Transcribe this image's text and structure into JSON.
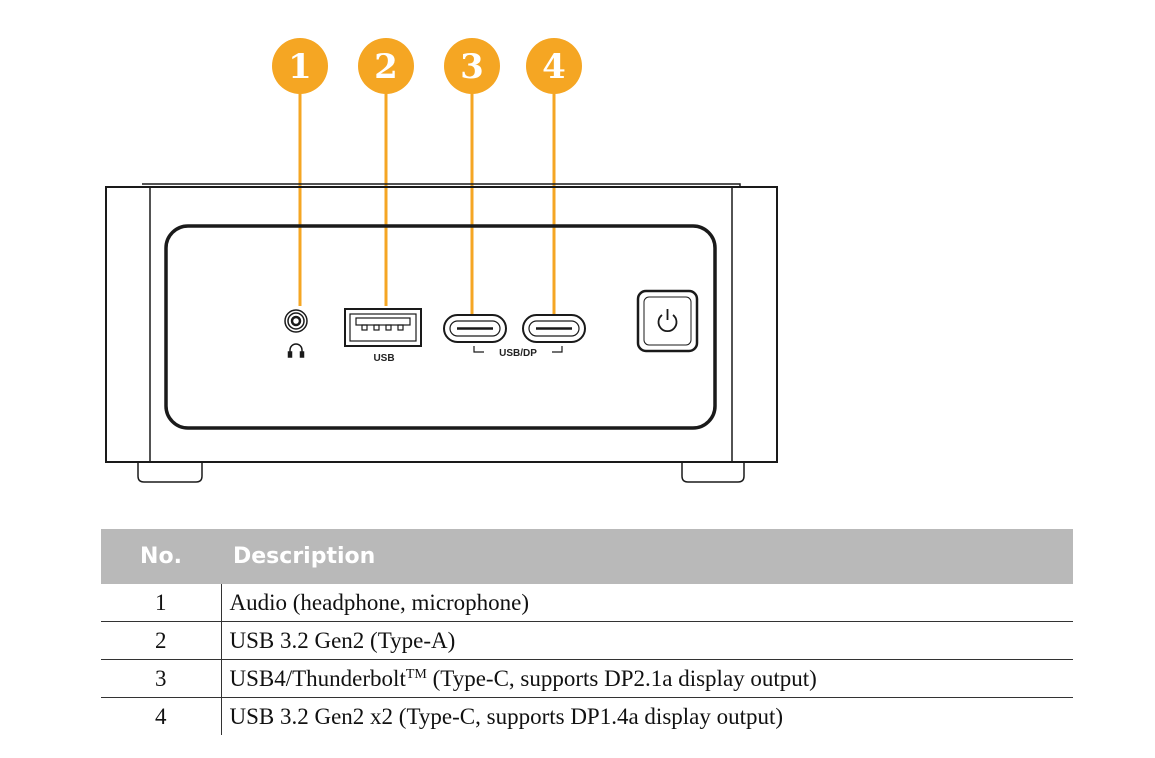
{
  "callouts": [
    "1",
    "2",
    "3",
    "4"
  ],
  "port_labels": {
    "usb": "USB",
    "usb_dp": "USB/DP"
  },
  "colors": {
    "callout": "#f5a623",
    "table_header": "#b9b9b9",
    "device_outline": "#1a1a1a"
  },
  "icons": [
    "headphone-icon",
    "power-icon"
  ],
  "table": {
    "headers": {
      "no": "No.",
      "description": "Description"
    },
    "rows": [
      {
        "no": "1",
        "description": "Audio (headphone, microphone)"
      },
      {
        "no": "2",
        "description": "USB 3.2 Gen2 (Type-A)"
      },
      {
        "no": "3",
        "description": "USB4/Thunderbolt",
        "superscript": "TM",
        "description_suffix": " (Type-C, supports DP2.1a display output)"
      },
      {
        "no": "4",
        "description": "USB 3.2 Gen2 x2 (Type-C, supports DP1.4a display output)"
      }
    ]
  }
}
